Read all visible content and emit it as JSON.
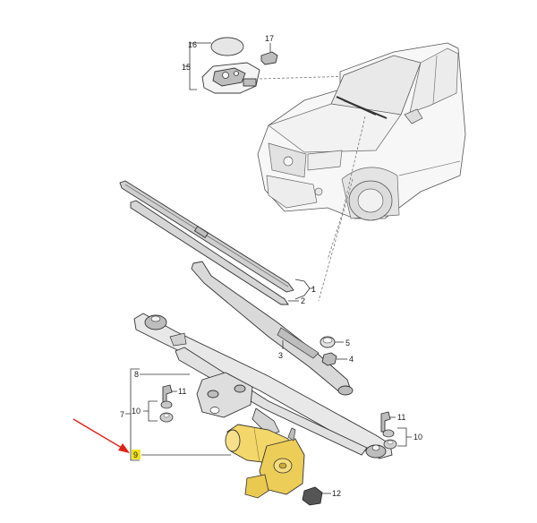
{
  "callouts": {
    "c1": "1",
    "c2": "2",
    "c3": "3",
    "c4": "4",
    "c5": "5",
    "c7": "7",
    "c8": "8",
    "c9": "9",
    "c10a": "10",
    "c10b": "10",
    "c11a": "11",
    "c11b": "11",
    "c12": "12",
    "c15": "15",
    "c16": "16",
    "c17": "17"
  },
  "colors": {
    "highlight": "#f2e21e",
    "motor": "#f3d76a",
    "arrow": "#e0201b",
    "line": "#333333"
  }
}
